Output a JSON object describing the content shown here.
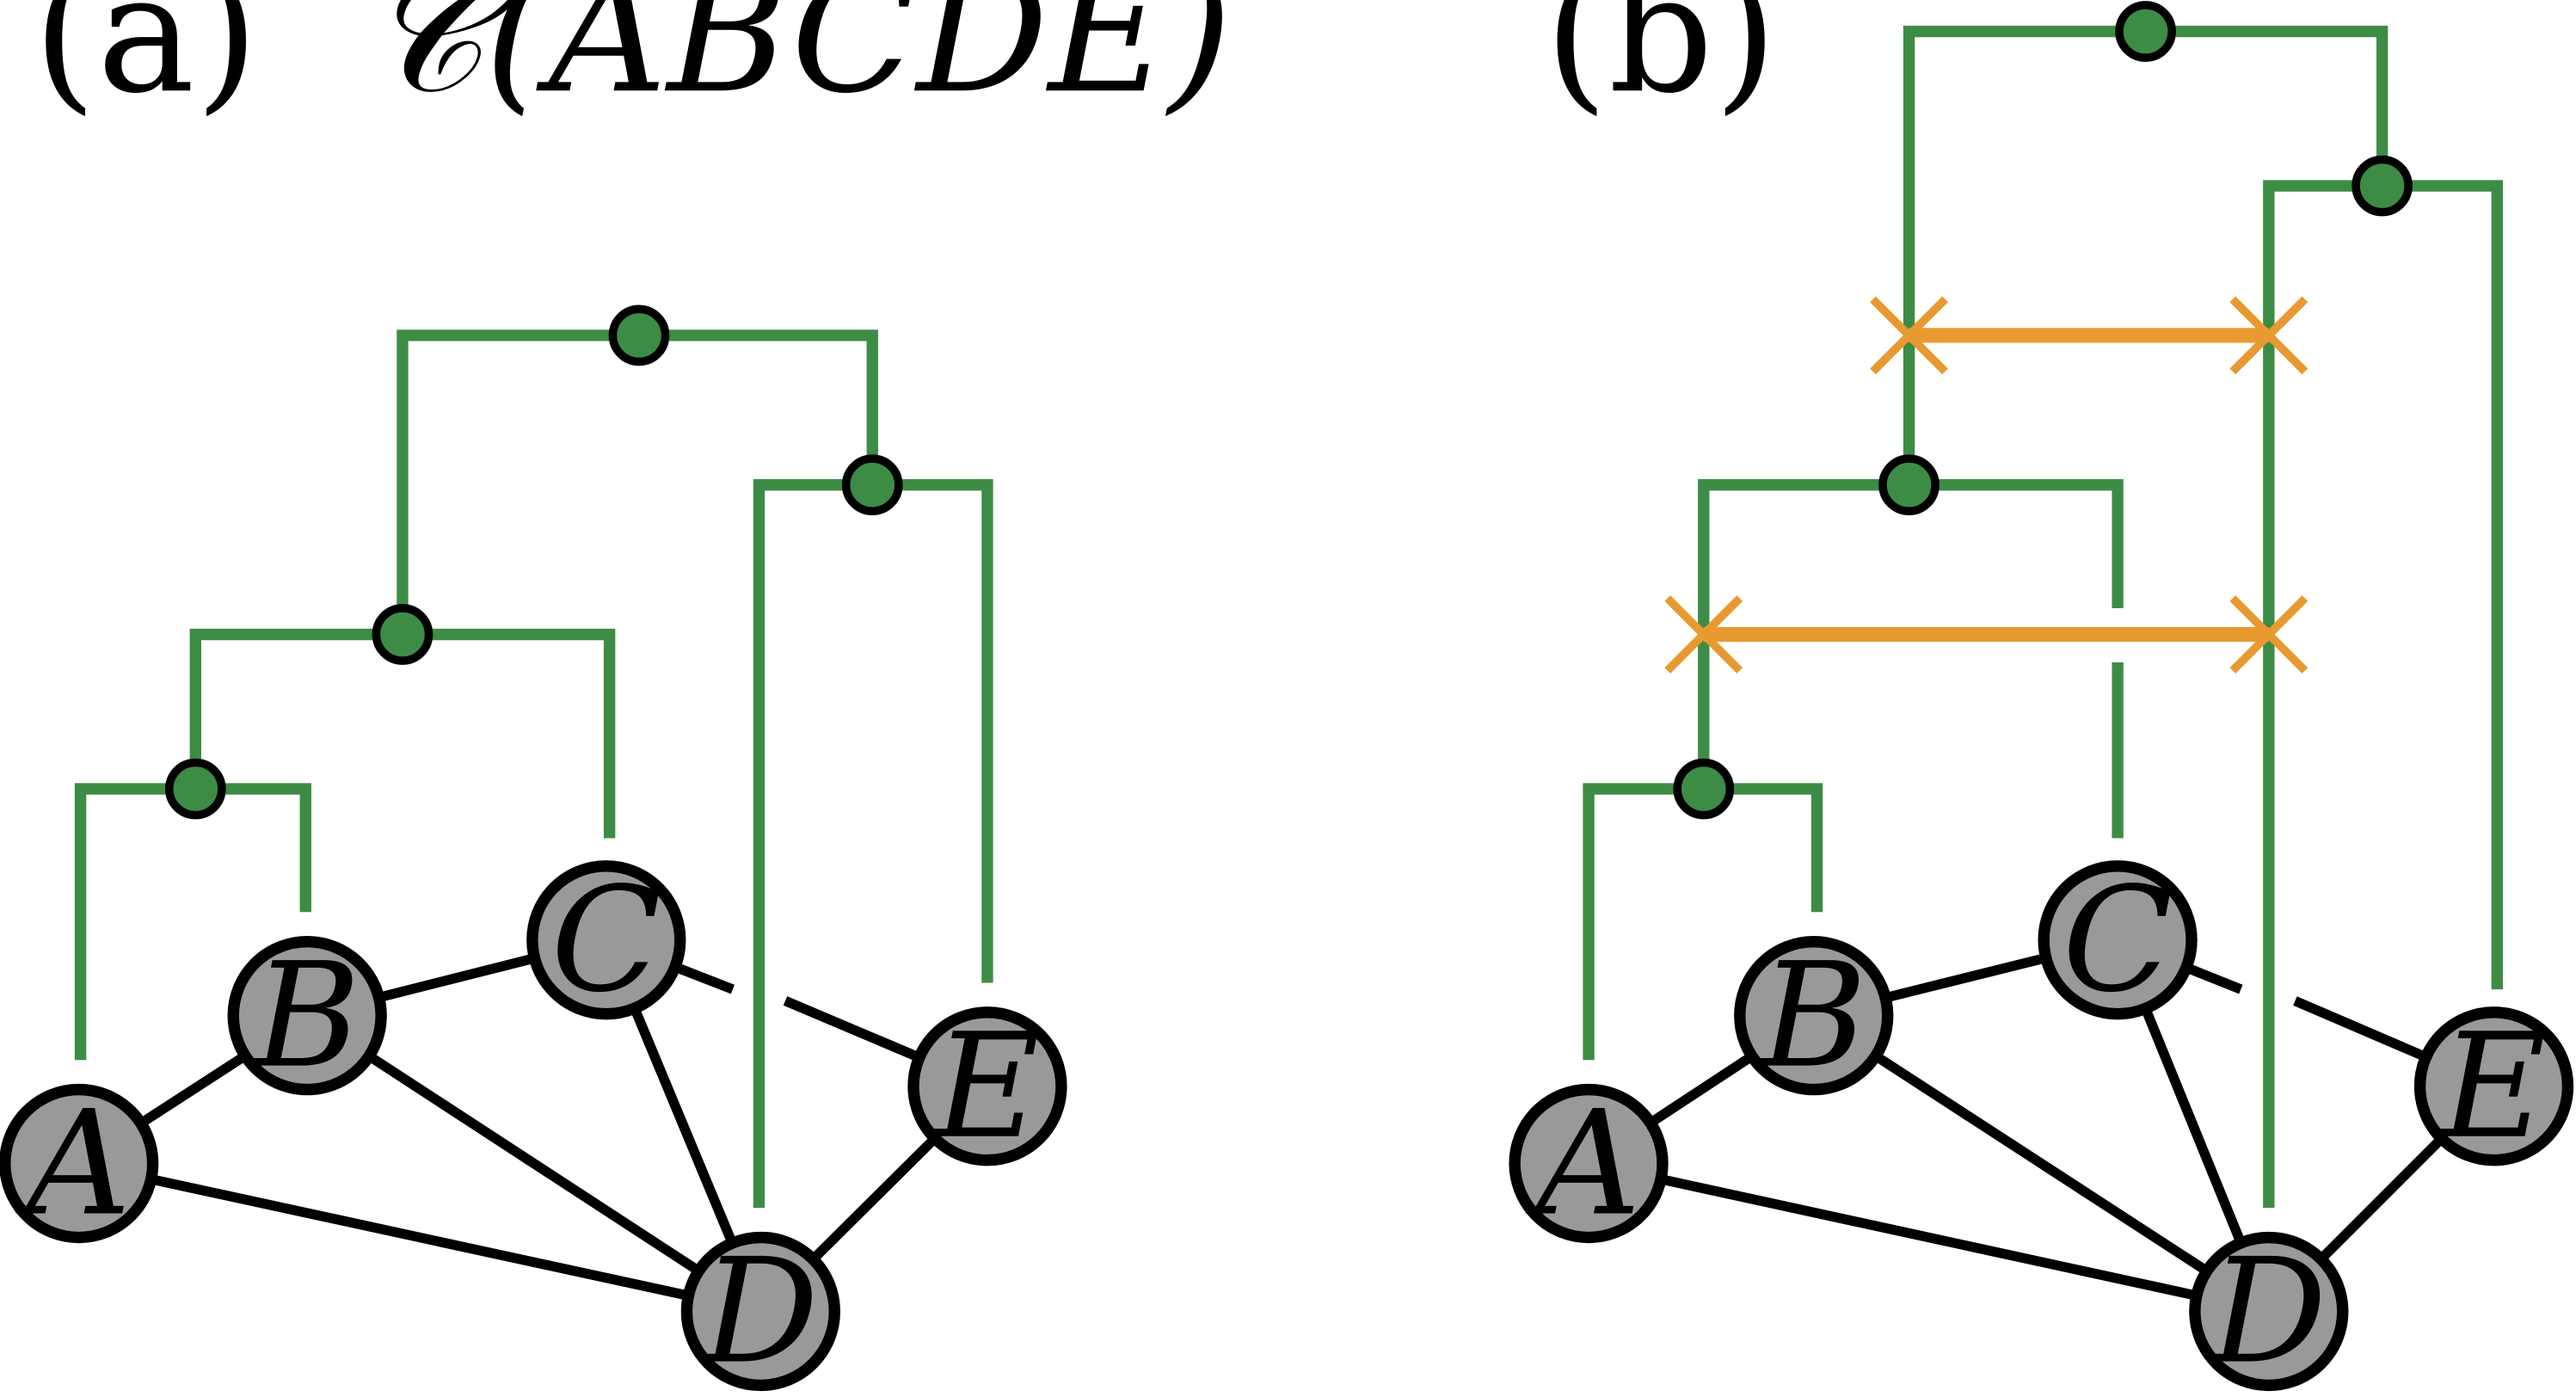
{
  "panels": {
    "a": {
      "label": "(a)",
      "formula": "𝒞(ABCDE)"
    },
    "b": {
      "label": "(b)"
    }
  },
  "nodes": [
    {
      "id": "A",
      "label": "A"
    },
    {
      "id": "B",
      "label": "B"
    },
    {
      "id": "C",
      "label": "C"
    },
    {
      "id": "D",
      "label": "D"
    },
    {
      "id": "E",
      "label": "E"
    }
  ],
  "graph_edges": [
    [
      "A",
      "B"
    ],
    [
      "A",
      "D"
    ],
    [
      "B",
      "C"
    ],
    [
      "B",
      "D"
    ],
    [
      "C",
      "D"
    ],
    [
      "C",
      "E"
    ],
    [
      "D",
      "E"
    ]
  ],
  "colors": {
    "tree": "#3d8c45",
    "edge": "#000000",
    "node_fill": "#999999",
    "swap": "#e89a30"
  }
}
